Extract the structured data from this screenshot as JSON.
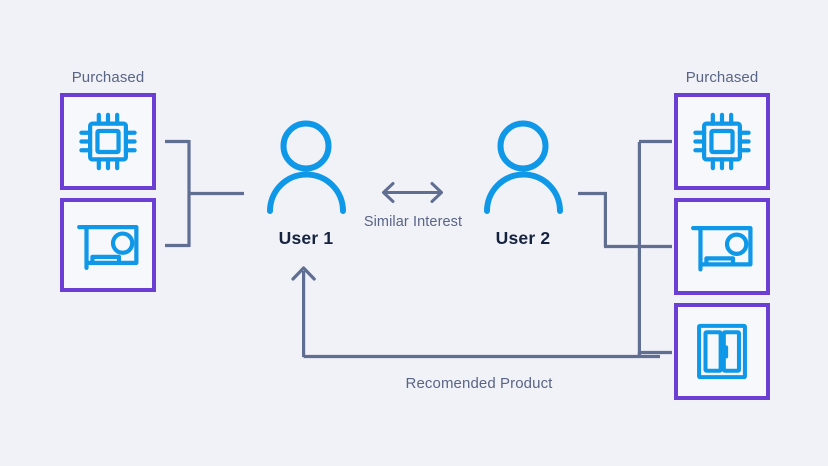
{
  "diagram": {
    "title_hidden": "",
    "background_color": "#f0f2f7",
    "accent_blue": "#0f97e8",
    "accent_purple": "#6b3fd4",
    "line_color": "#5f6e91",
    "text_color": "#5a6585",
    "user_text_color": "#16233f"
  },
  "left_group": {
    "header": "Purchased",
    "items": [
      {
        "icon": "cpu-chip-icon",
        "name": "cpu-product"
      },
      {
        "icon": "graphics-card-icon",
        "name": "graphics-card-product"
      }
    ]
  },
  "right_group": {
    "header": "Purchased",
    "items": [
      {
        "icon": "cpu-chip-icon",
        "name": "cpu-product"
      },
      {
        "icon": "graphics-card-icon",
        "name": "graphics-card-product"
      },
      {
        "icon": "cabinet-doors-icon",
        "name": "cabinet-product"
      }
    ]
  },
  "users": [
    {
      "label": "User 1",
      "icon": "user-avatar-icon"
    },
    {
      "label": "User 2",
      "icon": "user-avatar-icon"
    }
  ],
  "edges": {
    "similar_interest": "Similar Interest",
    "similar_interest_icon": "double-arrow-icon",
    "recommended": "Recomended Product",
    "recommended_icon": "up-arrow-icon"
  }
}
